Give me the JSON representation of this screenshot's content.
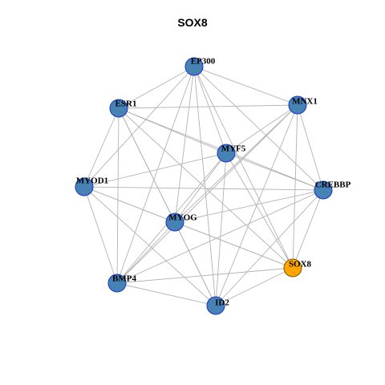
{
  "title": "SOX8",
  "colors": {
    "node_fill": "#4682b4",
    "node_border": "#1a33cc",
    "highlight_fill": "#ffa500",
    "edge": "#b3b3b3"
  },
  "network": {
    "nodes": [
      {
        "id": "EP300",
        "label": "EP300",
        "highlight": false
      },
      {
        "id": "MNX1",
        "label": "MNX1",
        "highlight": false
      },
      {
        "id": "ESR1",
        "label": "ESR1",
        "highlight": false
      },
      {
        "id": "MYF5",
        "label": "MYF5",
        "highlight": false
      },
      {
        "id": "CREBBP",
        "label": "CREBBP",
        "highlight": false
      },
      {
        "id": "MYOD1",
        "label": "MYOD1",
        "highlight": false
      },
      {
        "id": "MYOG",
        "label": "MYOG",
        "highlight": false
      },
      {
        "id": "SOX8",
        "label": "SOX8",
        "highlight": true
      },
      {
        "id": "BMP4",
        "label": "BMP4",
        "highlight": false
      },
      {
        "id": "ID2",
        "label": "ID2",
        "highlight": false
      }
    ],
    "edges": [
      [
        "EP300",
        "ESR1"
      ],
      [
        "EP300",
        "MNX1"
      ],
      [
        "EP300",
        "MYF5"
      ],
      [
        "EP300",
        "MYOD1"
      ],
      [
        "EP300",
        "MYOG"
      ],
      [
        "EP300",
        "BMP4"
      ],
      [
        "EP300",
        "ID2"
      ],
      [
        "EP300",
        "SOX8"
      ],
      [
        "EP300",
        "CREBBP"
      ],
      [
        "ESR1",
        "MNX1"
      ],
      [
        "ESR1",
        "MYF5"
      ],
      [
        "ESR1",
        "CREBBP"
      ],
      [
        "ESR1",
        "MYOD1"
      ],
      [
        "ESR1",
        "MYOG"
      ],
      [
        "ESR1",
        "BMP4"
      ],
      [
        "ESR1",
        "ID2"
      ],
      [
        "ESR1",
        "SOX8"
      ],
      [
        "MNX1",
        "MYF5"
      ],
      [
        "MNX1",
        "CREBBP"
      ],
      [
        "MNX1",
        "MYOG"
      ],
      [
        "MNX1",
        "BMP4"
      ],
      [
        "MNX1",
        "ID2"
      ],
      [
        "MNX1",
        "SOX8"
      ],
      [
        "MYF5",
        "MYOD1"
      ],
      [
        "MYF5",
        "CREBBP"
      ],
      [
        "MYF5",
        "MYOG"
      ],
      [
        "MYF5",
        "BMP4"
      ],
      [
        "MYF5",
        "ID2"
      ],
      [
        "MYF5",
        "SOX8"
      ],
      [
        "MYOD1",
        "CREBBP"
      ],
      [
        "MYOD1",
        "MYOG"
      ],
      [
        "MYOD1",
        "BMP4"
      ],
      [
        "MYOD1",
        "ID2"
      ],
      [
        "MYOD1",
        "SOX8"
      ],
      [
        "MYOG",
        "CREBBP"
      ],
      [
        "MYOG",
        "BMP4"
      ],
      [
        "MYOG",
        "ID2"
      ],
      [
        "MYOG",
        "SOX8"
      ],
      [
        "CREBBP",
        "SOX8"
      ],
      [
        "CREBBP",
        "BMP4"
      ],
      [
        "CREBBP",
        "ID2"
      ],
      [
        "BMP4",
        "ID2"
      ],
      [
        "BMP4",
        "SOX8"
      ],
      [
        "ID2",
        "SOX8"
      ]
    ]
  }
}
